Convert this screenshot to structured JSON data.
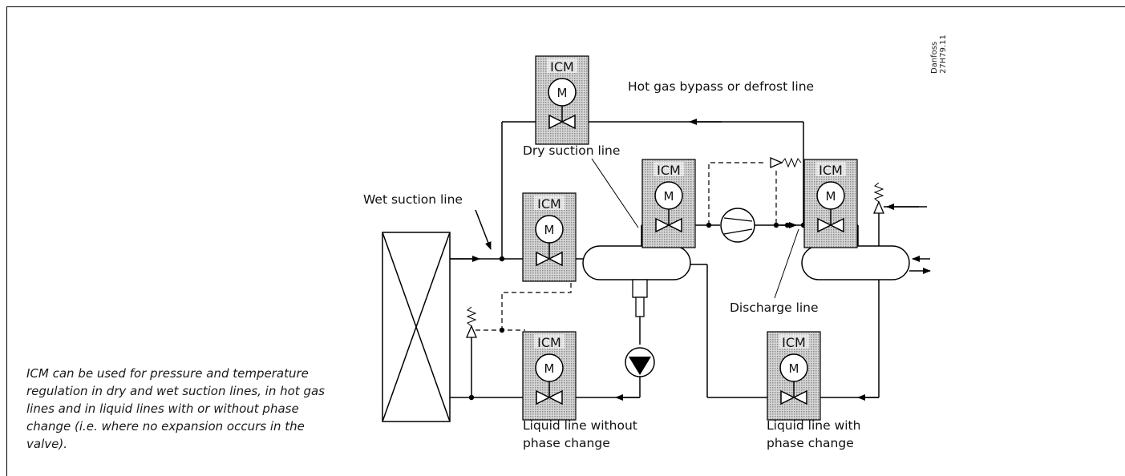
{
  "caption": "ICM can be used for pressure and temperature regulation in dry and wet suction lines, in hot gas lines and in liquid lines with or without phase change (i.e. where no expansion occurs in the valve).",
  "reference": {
    "brand": "Danfoss",
    "code": "27H79.11"
  },
  "labels": {
    "hot_gas": "Hot gas bypass or defrost line",
    "dry_suction": "Dry suction line",
    "wet_suction": "Wet suction line",
    "discharge": "Discharge line",
    "liquid_no_phase_1": "Liquid line without",
    "liquid_no_phase_2": "phase change",
    "liquid_phase_1": "Liquid line with",
    "liquid_phase_2": "phase change"
  },
  "valve": {
    "name": "ICM",
    "motor": "M"
  },
  "colors": {
    "actuator_fill": "#bdbdbd",
    "line": "#000000"
  }
}
